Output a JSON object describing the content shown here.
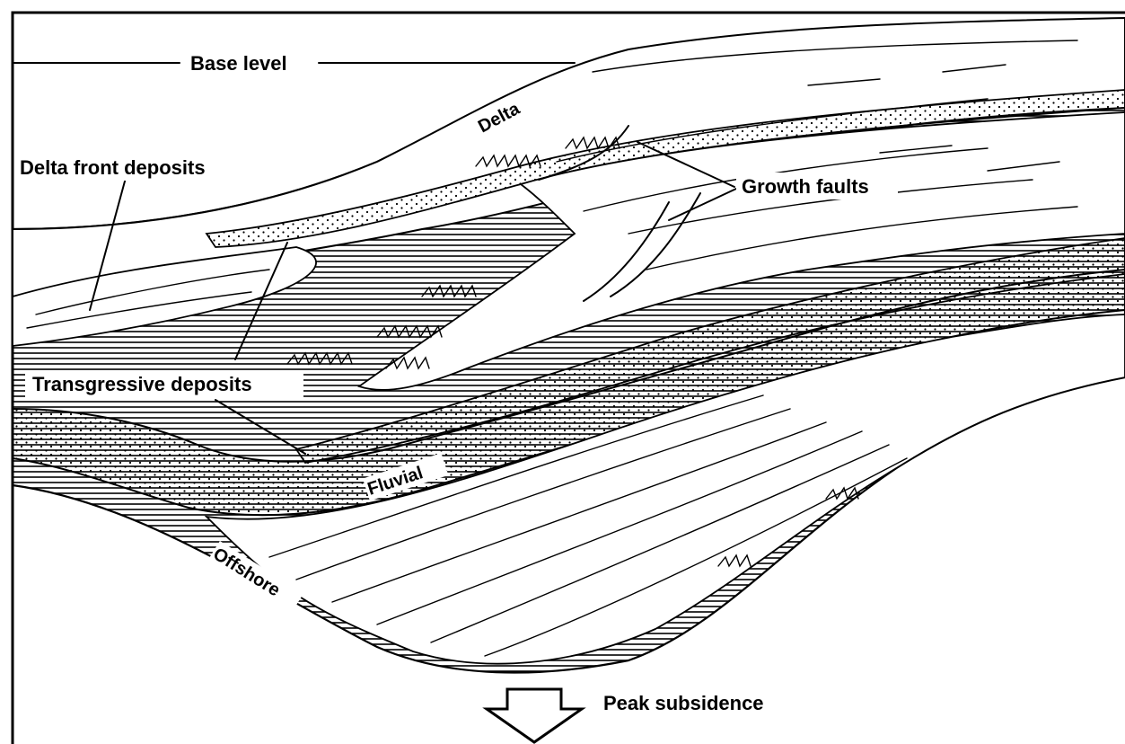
{
  "labels": {
    "base_level": "Base level",
    "delta": "Delta",
    "delta_front_deposits": "Delta front deposits",
    "growth_faults": "Growth faults",
    "transgressive_deposits": "Transgressive deposits",
    "fluvial": "Fluvial",
    "offshore": "Offshore",
    "peak_subsidence": "Peak subsidence"
  }
}
